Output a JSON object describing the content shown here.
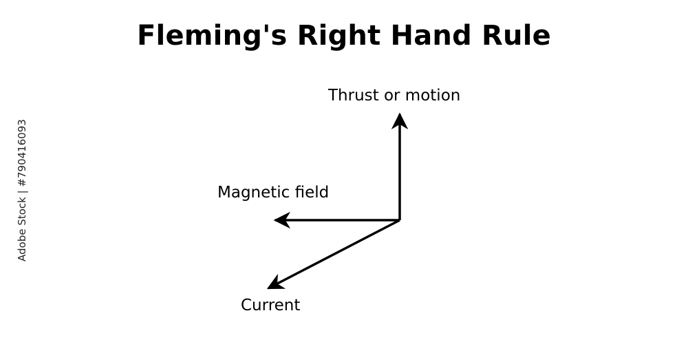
{
  "title": "Fleming's Right Hand Rule",
  "labels": {
    "thrust": "Thrust or motion",
    "magnetic": "Magnetic field",
    "current": "Current"
  },
  "stock_id": "Adobe Stock | #790416093",
  "colors": {
    "ink": "#000000",
    "background": "#ffffff"
  }
}
